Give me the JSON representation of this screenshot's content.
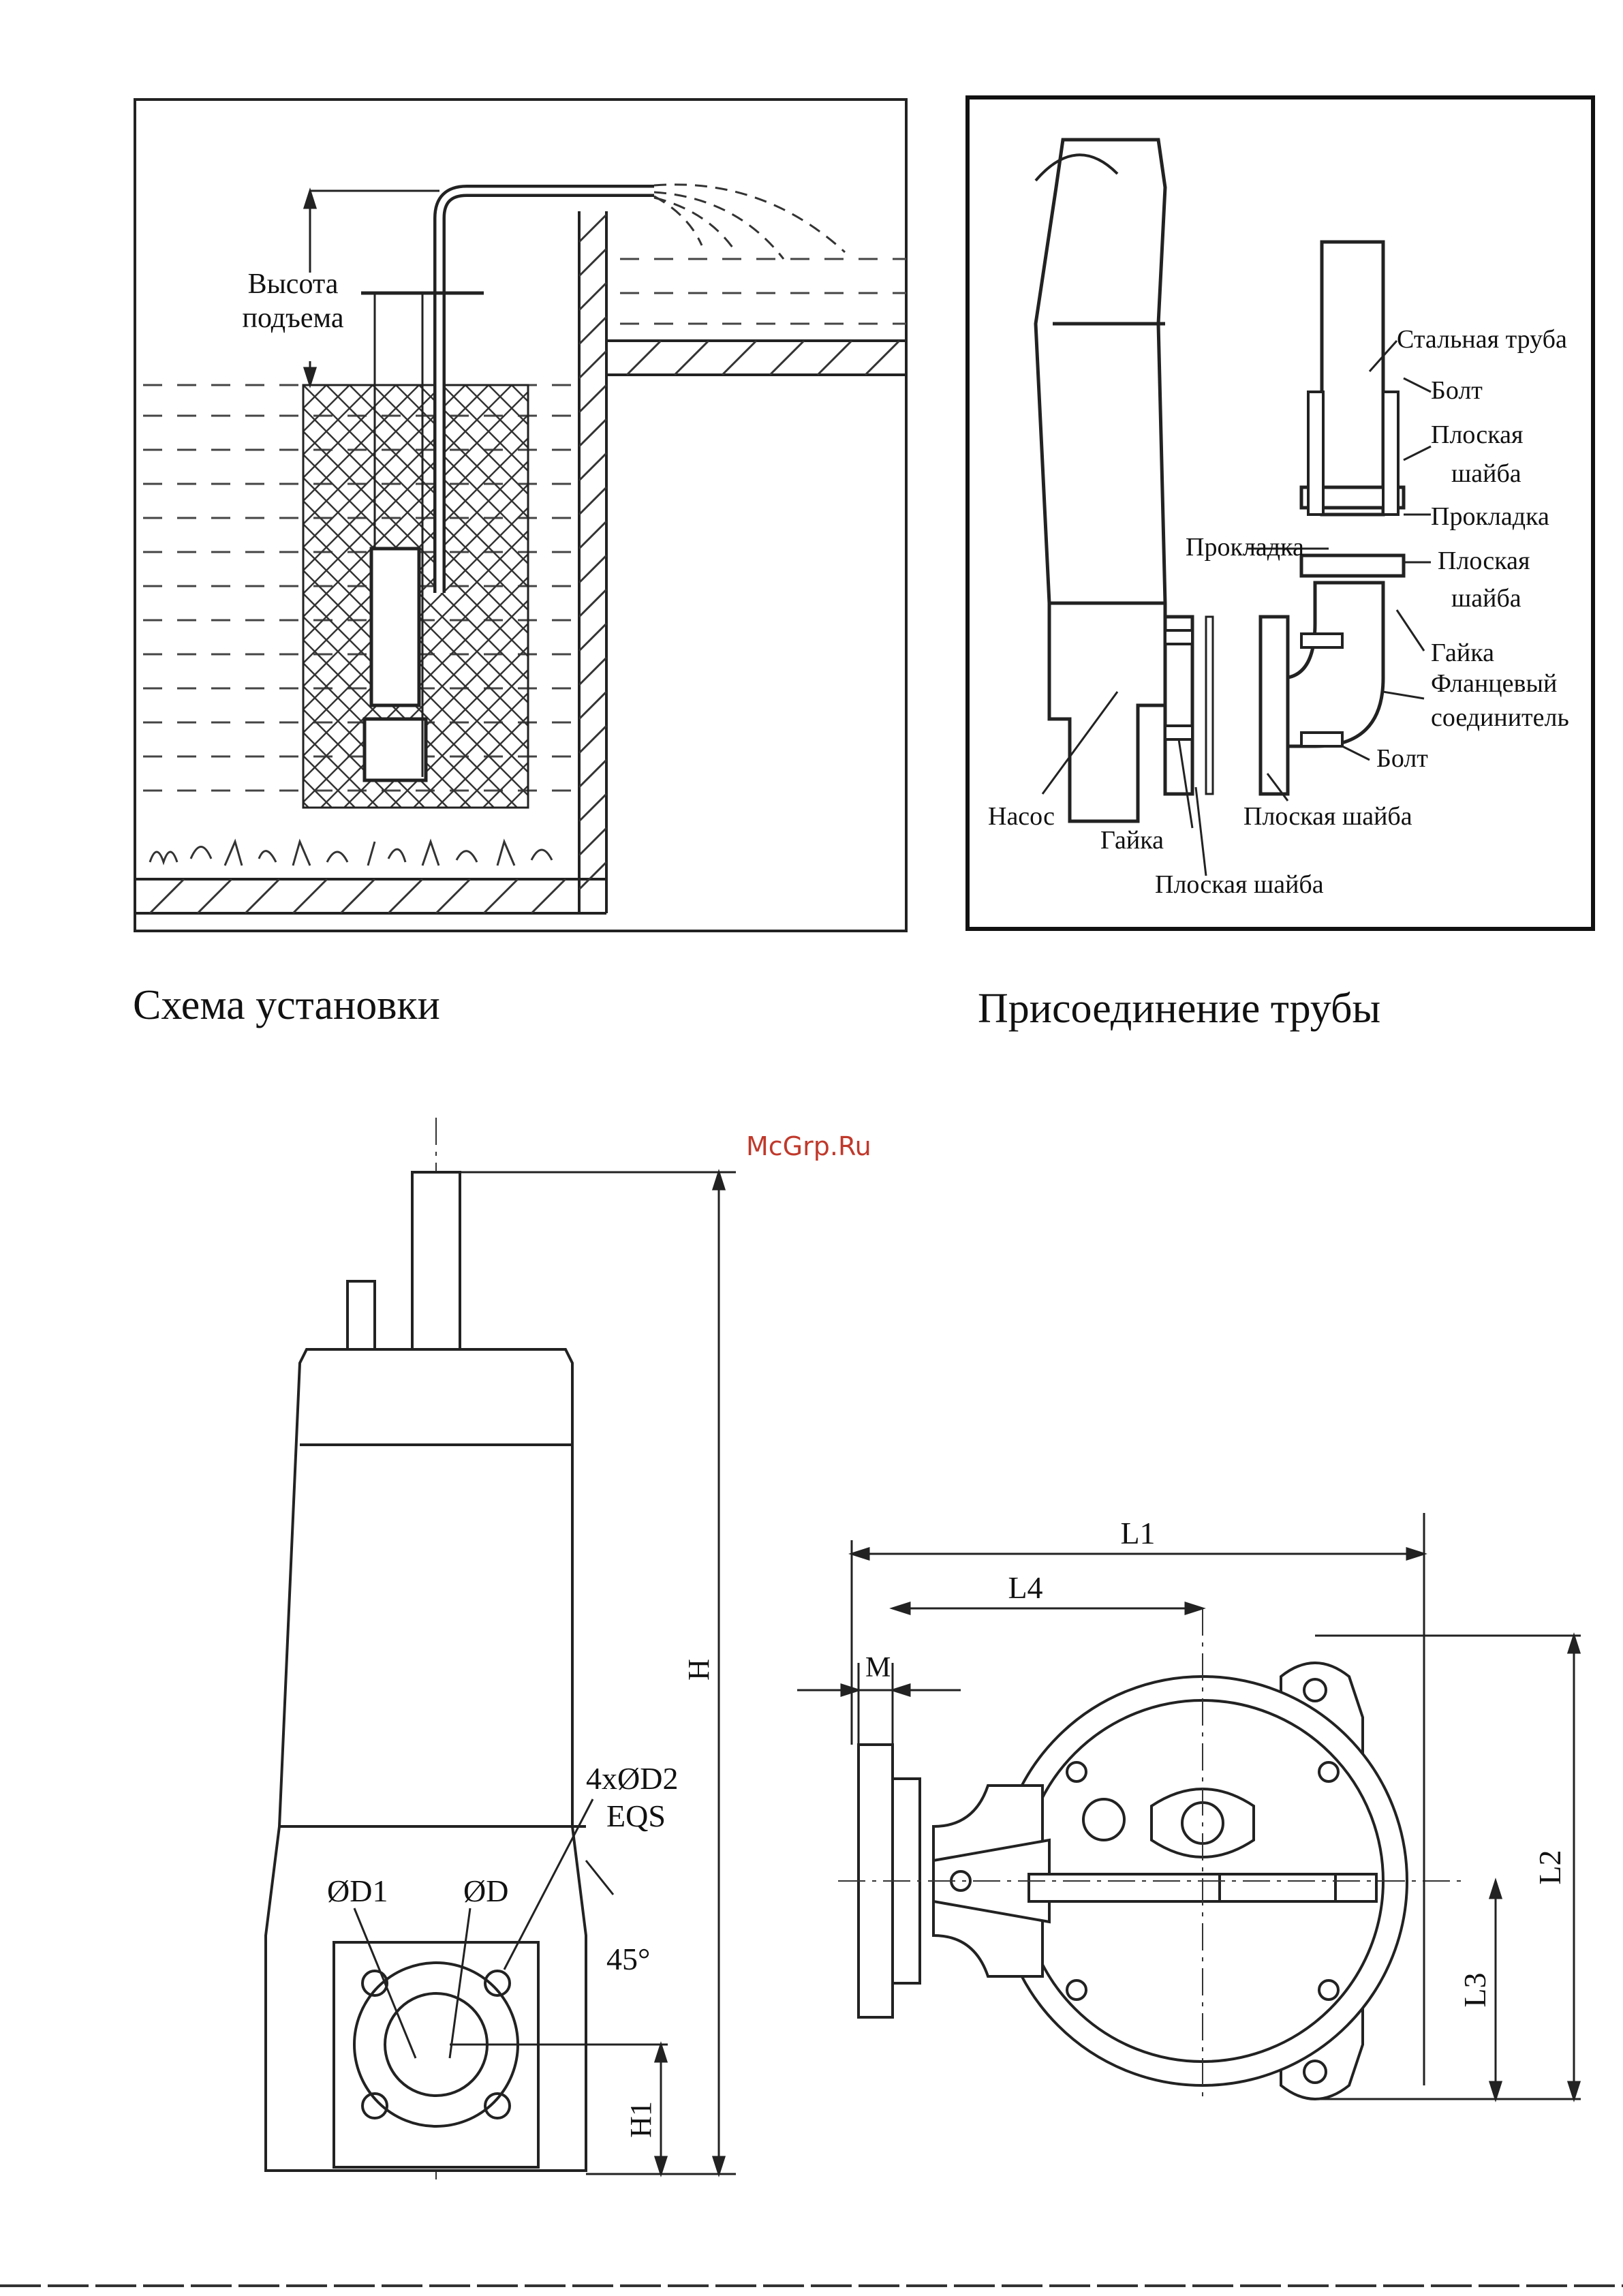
{
  "watermark": "McGrp.Ru",
  "captions": {
    "installation": "Схема установки",
    "pipe_connection": "Присоединение трубы"
  },
  "installation_diagram": {
    "lift_height_line1": "Высота",
    "lift_height_line2": "подъема"
  },
  "pipe_diagram": {
    "labels": {
      "steel_pipe": "Стальная труба",
      "bolt_top": "Болт",
      "flat_washer_top_1": "Плоская",
      "flat_washer_top_2": "шайба",
      "gasket_right": "Прокладка",
      "gasket_left": "Прокладка",
      "flat_washer_mid_1": "Плоская",
      "flat_washer_mid_2": "шайба",
      "nut_right": "Гайка",
      "flange_connector_1": "Фланцевый",
      "flange_connector_2": "соединитель",
      "bolt_bottom": "Болт",
      "pump": "Насос",
      "nut_bottom": "Гайка",
      "flat_washer_bottom": "Плоская шайба",
      "flat_washer_lowest": "Плоская шайба"
    }
  },
  "dimensions": {
    "H": "H",
    "H1": "H1",
    "D": "ØD",
    "D1": "ØD1",
    "D2_line1": "4xØD2",
    "D2_line2": "EQS",
    "angle": "45°",
    "L1": "L1",
    "L2": "L2",
    "L3": "L3",
    "L4": "L4",
    "M": "M"
  }
}
